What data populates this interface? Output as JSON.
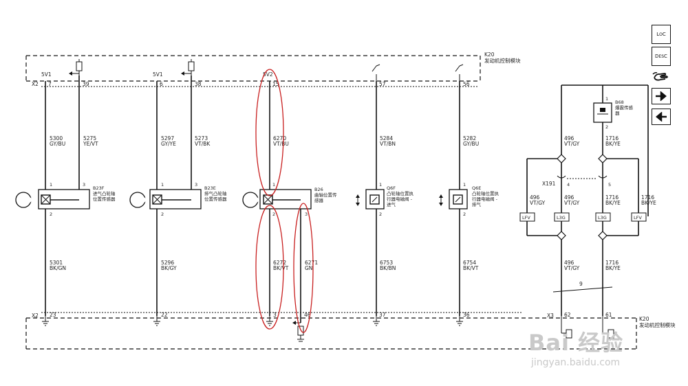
{
  "module": {
    "name": "K20",
    "desc": "发动机控制模块",
    "top_connector": "X2",
    "bottom_connectors": [
      "X2",
      "X3"
    ]
  },
  "references": {
    "5v1": "5V1",
    "5v2": "5V2"
  },
  "top_pins": [
    "7",
    "39",
    "6",
    "38",
    "15",
    "57",
    "56"
  ],
  "bottom_pins": [
    "23",
    "22",
    "3",
    "46",
    "37",
    "36",
    "62",
    "61"
  ],
  "wires_top": [
    {
      "circuit": "5300",
      "color": "GY/BU"
    },
    {
      "circuit": "5275",
      "color": "YE/VT"
    },
    {
      "circuit": "5297",
      "color": "GY/YE"
    },
    {
      "circuit": "5273",
      "color": "VT/BK"
    },
    {
      "circuit": "6270",
      "color": "VT/BU"
    },
    {
      "circuit": "5284",
      "color": "VT/BN"
    },
    {
      "circuit": "5282",
      "color": "GY/BU"
    }
  ],
  "wires_bottom": [
    {
      "circuit": "5301",
      "color": "BK/GN"
    },
    {
      "circuit": "5296",
      "color": "BK/GY"
    },
    {
      "circuit": "6272",
      "color": "BK/VT"
    },
    {
      "circuit": "6271",
      "color": "GN"
    },
    {
      "circuit": "6753",
      "color": "BK/BN"
    },
    {
      "circuit": "6754",
      "color": "BK/VT"
    }
  ],
  "components": [
    {
      "id": "B23F",
      "desc1": "进气凸轮轴",
      "desc2": "位置传感器",
      "pin_a": "1",
      "pin_b": "3",
      "pin_c": "2"
    },
    {
      "id": "B23E",
      "desc1": "排气凸轮轴",
      "desc2": "位置传感器",
      "pin_a": "1",
      "pin_b": "3",
      "pin_c": "2"
    },
    {
      "id": "B26",
      "desc1": "曲轴位置传",
      "desc2": "感器",
      "pin_a": "1",
      "pin_b": "2",
      "pin_c": "3"
    },
    {
      "id": "Q6F",
      "desc1": "凸轮轴位置执",
      "desc2": "行器电磁阀 -",
      "desc3": "进气",
      "pin_a": "1",
      "pin_c": "2"
    },
    {
      "id": "Q6E",
      "desc1": "凸轮轴位置执",
      "desc2": "行器电磁阀 -",
      "desc3": "排气",
      "pin_a": "1",
      "pin_c": "2"
    }
  ],
  "knock": {
    "id": "B68",
    "desc1": "爆震传感",
    "desc2": "器",
    "pin_top": "1",
    "pin_bottom": "2",
    "connector": "X191",
    "conn_pin_left": "4",
    "conn_pin_right": "5",
    "twist": "9",
    "bottom_pin_left": "62",
    "bottom_pin_right": "61",
    "wire_left": {
      "circuit": "496",
      "color": "VT/GY"
    },
    "wire_right": {
      "circuit": "1716",
      "color": "BK/YE"
    },
    "labels": [
      "LFV",
      "L3G",
      "L3G",
      "LFV"
    ]
  },
  "legend": {
    "loc": {
      "top": "L",
      "mid": "O",
      "bot": "C"
    },
    "desc": {
      "top": "D",
      "mid": "E",
      "sub": "S",
      "bot": "C"
    },
    "icons": [
      "hand-icon",
      "arrow-right-icon",
      "arrow-left-icon"
    ]
  },
  "watermark": {
    "logo": "Bai 经验",
    "url": "jingyan.baidu.com"
  }
}
